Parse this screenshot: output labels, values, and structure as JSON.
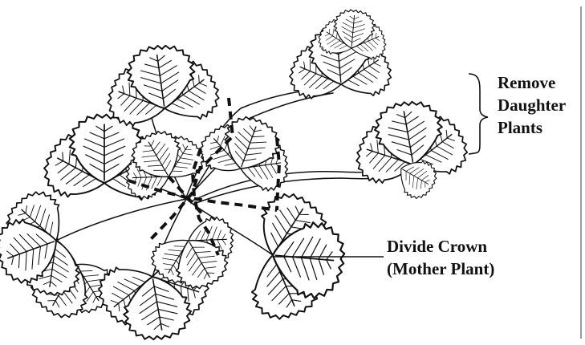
{
  "labels": {
    "remove": [
      "Remove",
      "Daughter",
      "Plants"
    ],
    "divide": [
      "Divide Crown",
      "(Mother Plant)"
    ]
  },
  "colors": {
    "ink": "#111111",
    "background": "#ffffff"
  }
}
